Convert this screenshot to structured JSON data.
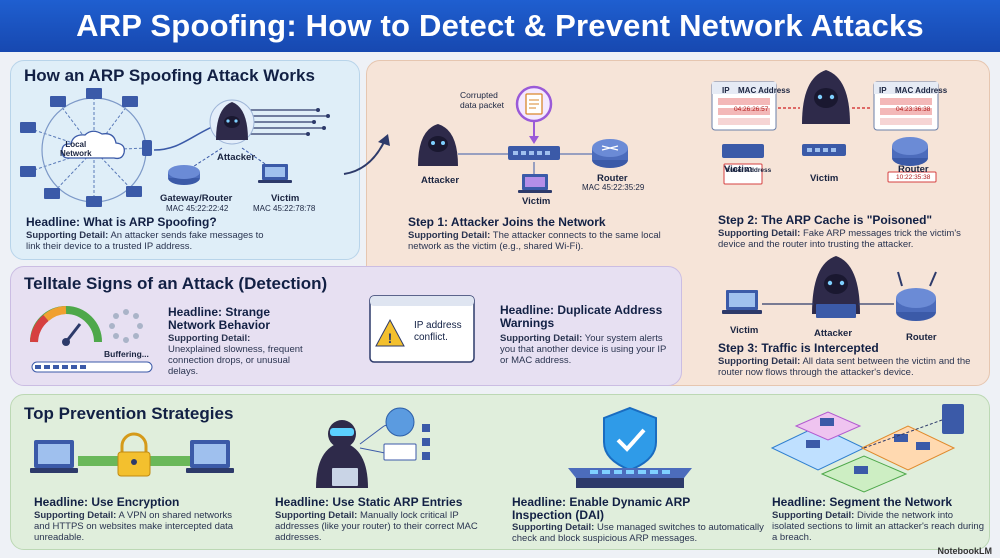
{
  "title": "ARP Spoofing: How to Detect & Prevent Network Attacks",
  "how": {
    "title": "How an ARP Spoofing Attack Works",
    "local_network": "Local\nNetwork",
    "attacker": "Attacker",
    "gateway": "Gateway/Router",
    "gateway_mac": "MAC 45:22:22:42",
    "victim": "Victim",
    "victim_mac": "MAC 45:22:78:78",
    "headline": "Headline: What is ARP Spoofing?",
    "detail_label": "Supporting Detail:",
    "detail": "An attacker sends fake messages to link their device to a trusted IP address."
  },
  "step1": {
    "corrupted": "Corrupted\ndata packet",
    "attacker": "Attacker",
    "victim": "Victim",
    "router": "Router",
    "router_mac": "MAC 45:22:35:29",
    "headline": "Step 1: Attacker Joins the Network",
    "detail_label": "Supporting Detail:",
    "detail": "The attacker connects to the same local network as the victim (e.g., shared Wi-Fi)."
  },
  "step2": {
    "table_ip": "IP",
    "table_mac": "MAC Address",
    "left_value": "04:26:26:57",
    "right_value": "04:23:36:38",
    "victim": "Victim",
    "victim2": "Victim",
    "router": "Router",
    "router_addr": "Ituller Address",
    "router_value": "10:22:35:38",
    "headline": "Step 2: The ARP Cache is \"Poisoned\"",
    "detail_label": "Supporting Detail:",
    "detail": "Fake ARP messages trick the victim's device and the router into trusting the attacker."
  },
  "step3": {
    "victim": "Victim",
    "attacker": "Attacker",
    "router": "Router",
    "headline": "Step 3: Traffic is Intercepted",
    "detail_label": "Supporting Detail:",
    "detail": "All data sent between the victim and the router now flows through the attacker's device."
  },
  "signs": {
    "title": "Telltale Signs of an Attack (Detection)",
    "buffering": "Buffering...",
    "s1_headline": "Headline: Strange Network Behavior",
    "s1_detail_label": "Supporting Detail:",
    "s1_detail": "Unexplained slowness, frequent connection drops, or unusual delays.",
    "conflict": "IP address conflict.",
    "s2_headline": "Headline: Duplicate Address Warnings",
    "s2_detail_label": "Supporting Detail:",
    "s2_detail": "Your system alerts you that another device is using your IP or MAC address."
  },
  "prevention": {
    "title": "Top Prevention Strategies",
    "items": [
      {
        "headline": "Headline: Use Encryption",
        "detail_label": "Supporting Detail:",
        "detail": "A VPN on shared networks and HTTPS on websites make intercepted data unreadable."
      },
      {
        "headline": "Headline: Use Static ARP Entries",
        "detail_label": "Supporting Detail:",
        "detail": "Manually lock critical IP addresses (like your router) to their correct MAC addresses."
      },
      {
        "headline": "Headline: Enable Dynamic ARP Inspection (DAI)",
        "detail_label": "Supporting Detail:",
        "detail": "Use managed switches to automatically check and block suspicious ARP messages."
      },
      {
        "headline": "Headline: Segment the Network",
        "detail_label": "Supporting Detail:",
        "detail": "Divide the network into isolated sections to limit an attacker's reach during a breach."
      }
    ]
  },
  "footer": "NotebookLM",
  "colors": {
    "banner": "#1f5fd0",
    "alert_red": "#d64040",
    "hacker": "#2e2a4a",
    "device": "#3b5aa8"
  }
}
